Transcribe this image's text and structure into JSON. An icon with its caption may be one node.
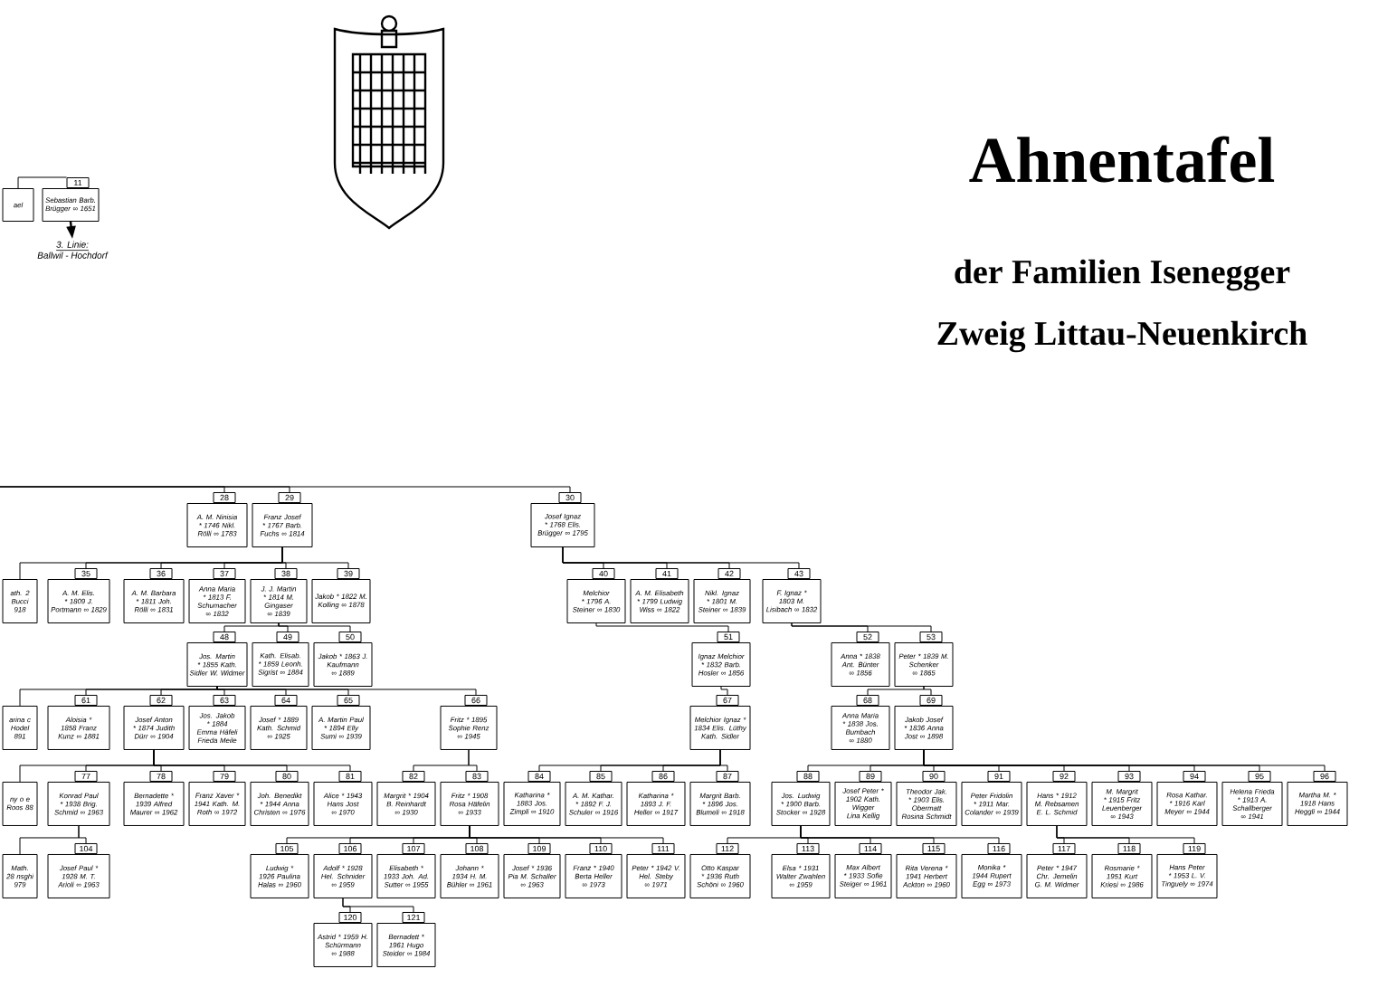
{
  "diagram": {
    "title": "Ahnentafel",
    "nodes": [
      {
        "text": [
          "ael"
        ]
      },
      {
        "text": [
          "11",
          "Sebastian Barb. Brügger ∞ 1651"
        ]
      },
      {
        "text": [
          "3. Linie:",
          "Ballwil - Hochdorf"
        ]
      },
      {
        "text": [
          "28",
          "A. M. Ninisia * 1746 Nikl. Rölli ∞ 1783"
        ]
      },
      {
        "text": [
          "29",
          "Franz Josef * 1767 Barb. Fuchs ∞ 1814"
        ]
      },
      {
        "text": [
          "30",
          "Josef Ignaz * 1768 Elis. Brügger ∞ 1795"
        ]
      },
      {
        "text": [
          "ath. 2 Bucci 918"
        ]
      },
      {
        "text": [
          "35",
          "A. M. Elis. * 1809 J. Portmann ∞ 1829"
        ]
      },
      {
        "text": [
          "36",
          "A. M. Barbara * 1811 Joh. Rölli ∞ 1831"
        ]
      },
      {
        "text": [
          "37",
          "Anna Maria * 1813 F. Schumacher ∞ 1832"
        ]
      },
      {
        "text": [
          "38",
          "J. J. Martin * 1814 M. Gingaser ∞ 1839"
        ]
      },
      {
        "text": [
          "39",
          "Jakob * 1822 M. Kolling ∞ 1878"
        ]
      },
      {
        "text": [
          "40",
          "Melchior * 1796 A. Steiner ∞ 1830"
        ]
      },
      {
        "text": [
          "41",
          "A. M. Elisabeth * 1799 Ludwig Wiss ∞ 1822"
        ]
      },
      {
        "text": [
          "42",
          "Nikl. Ignaz * 1801 M. Steiner ∞ 1839"
        ]
      },
      {
        "text": [
          "43",
          "F. Ignaz * 1803 M. Lisibach ∞ 1832"
        ]
      },
      {
        "text": [
          "48",
          "Jos. Martin * 1855 Kath. Sidler W. Widmer"
        ]
      },
      {
        "text": [
          "49",
          "Kath. Elisab. * 1859 Leonh. Sigrist ∞ 1884"
        ]
      },
      {
        "text": [
          "50",
          "Jakob * 1863 J. Kaufmann ∞ 1889"
        ]
      },
      {
        "text": [
          "51",
          "Ignaz Melchior * 1832 Barb. Hosler ∞ 1856"
        ]
      },
      {
        "text": [
          "52",
          "Anna * 1838 Ant. Bünter ∞ 1856"
        ]
      },
      {
        "text": [
          "53",
          "Peter * 1839 M. Schenker ∞ 1865"
        ]
      },
      {
        "text": [
          "arina c Hodel 891"
        ]
      },
      {
        "text": [
          "61",
          "Aloisia * 1858 Franz Kunz ∞ 1881"
        ]
      },
      {
        "text": [
          "62",
          "Josef Anton * 1874 Judith Dürr ∞ 1904"
        ]
      },
      {
        "text": [
          "63",
          "Jos. Jakob * 1884 Emma Häfeli Frieda Meile"
        ]
      },
      {
        "text": [
          "64",
          "Josef * 1889 Kath. Schmid ∞ 1925"
        ]
      },
      {
        "text": [
          "65",
          "A. Martin Paul * 1894 Elly Sumi ∞ 1939"
        ]
      },
      {
        "text": [
          "66",
          "Fritz * 1895 Sophie Renz ∞ 1945"
        ]
      },
      {
        "text": [
          "67",
          "Melchior Ignaz * 1834 Elis. Lüthy Kath. Sidler"
        ]
      },
      {
        "text": [
          "68",
          "Anna Maria * 1838 Jos. Bumbach ∞ 1880"
        ]
      },
      {
        "text": [
          "69",
          "Jakob Josef * 1836 Anna Jost ∞ 1898"
        ]
      },
      {
        "text": [
          "ny o e Roos 88"
        ]
      },
      {
        "text": [
          "77",
          "Konrad Paul * 1938 Brig. Schmid ∞ 1963"
        ]
      },
      {
        "text": [
          "78",
          "Bernadette * 1939 Alfred Maurer ∞ 1962"
        ]
      },
      {
        "text": [
          "79",
          "Franz Xaver * 1941 Kath. M. Roth ∞ 1972"
        ]
      },
      {
        "text": [
          "80",
          "Joh. Benedikt * 1944 Anna Christen ∞ 1976"
        ]
      },
      {
        "text": [
          "81",
          "Alice * 1943 Hans Jost ∞ 1970"
        ]
      },
      {
        "text": [
          "82",
          "Margrit * 1904 B. Reinhardt ∞ 1930"
        ]
      },
      {
        "text": [
          "83",
          "Fritz * 1908 Rosa Häfelin ∞ 1933"
        ]
      },
      {
        "text": [
          "84",
          "Katharina * 1883 Jos. Zimpli ∞ 1910"
        ]
      },
      {
        "text": [
          "85",
          "A. M. Kathar. * 1892 F. J. Schuler ∞ 1916"
        ]
      },
      {
        "text": [
          "86",
          "Katharina * 1893 J. F. Heller ∞ 1917"
        ]
      },
      {
        "text": [
          "87",
          "Margrit Barb. * 1896 Jos. Blumeli ∞ 1918"
        ]
      },
      {
        "text": [
          "88",
          "Jos. Ludwig * 1900 Barb. Stocker ∞ 1928"
        ]
      },
      {
        "text": [
          "89",
          "Josef Peter * 1902 Kath. Wigger Lina Kellig"
        ]
      },
      {
        "text": [
          "90",
          "Theodor Jak. * 1903 Elis. Obermatt Rosina Schmidt"
        ]
      },
      {
        "text": [
          "91",
          "Peter Fridolin * 1911 Mar. Colander ∞ 1939"
        ]
      },
      {
        "text": [
          "92",
          "Hans * 1912 M. Rebsamen E. L. Schmid"
        ]
      },
      {
        "text": [
          "93",
          "M. Margrit * 1915 Fritz Leuenberger ∞ 1943"
        ]
      },
      {
        "text": [
          "94",
          "Rosa Kathar. * 1916 Karl Meyer ∞ 1944"
        ]
      },
      {
        "text": [
          "95",
          "Helena Frieda * 1913 A. Schallberger ∞ 1941"
        ]
      },
      {
        "text": [
          "96",
          "Martha M. * 1918 Hans Heggli ∞ 1944"
        ]
      },
      {
        "text": [
          "Math. 28 nsghi 979"
        ]
      },
      {
        "text": [
          "104",
          "Josef Paul * 1928 M. T. Arioli ∞ 1963"
        ]
      },
      {
        "text": [
          "105",
          "Ludwig * 1926 Paulina Halas ∞ 1960"
        ]
      },
      {
        "text": [
          "106",
          "Adolf * 1928 Hel. Schnider ∞ 1959"
        ]
      },
      {
        "text": [
          "107",
          "Elisabeth * 1933 Joh. Ad. Sutter ∞ 1955"
        ]
      },
      {
        "text": [
          "108",
          "Johann * 1934 H. M. Bühler ∞ 1961"
        ]
      },
      {
        "text": [
          "109",
          "Josef * 1936 Pia M. Schaller ∞ 1963"
        ]
      },
      {
        "text": [
          "110",
          "Franz * 1940 Berta Heller ∞ 1973"
        ]
      },
      {
        "text": [
          "111",
          "Peter * 1942 V. Hel. Steby ∞ 1971"
        ]
      },
      {
        "text": [
          "112",
          "Otto Kaspar * 1936 Ruth Schöni ∞ 1960"
        ]
      },
      {
        "text": [
          "113",
          "Elsa * 1931 Walter Zwahlen ∞ 1959"
        ]
      },
      {
        "text": [
          "114",
          "Max Albert * 1933 Sofie Steiger ∞ 1961"
        ]
      },
      {
        "text": [
          "115",
          "Rita Verena * 1941 Herbert Ackton ∞ 1960"
        ]
      },
      {
        "text": [
          "116",
          "Monika * 1944 Rupert Egg ∞ 1973"
        ]
      },
      {
        "text": [
          "117",
          "Peter * 1947 Chr. Jemelin G. M. Widmer"
        ]
      },
      {
        "text": [
          "118",
          "Rosmarie * 1951 Kurt Kriesi ∞ 1986"
        ]
      },
      {
        "text": [
          "119",
          "Hans Peter * 1953 L. V. Tinguely ∞ 1974"
        ]
      },
      {
        "text": [
          "120",
          "Astrid * 1959 H. Schürmann ∞ 1988"
        ]
      },
      {
        "text": [
          "121",
          "Bernadett * 1961 Hugo Steider ∞ 1984"
        ]
      }
    ],
    "edges": [
      {
        "from": 0,
        "to": 1,
        "arrow": "none"
      },
      {
        "from": 1,
        "to": 2,
        "arrow": "to"
      },
      {
        "from": null,
        "to": 3,
        "arrow": "none"
      },
      {
        "from": null,
        "to": 4,
        "arrow": "none"
      },
      {
        "from": null,
        "to": 5,
        "arrow": "none"
      },
      {
        "from": 4,
        "to": 6,
        "arrow": "none"
      },
      {
        "from": 4,
        "to": 7,
        "arrow": "none"
      },
      {
        "from": 4,
        "to": 8,
        "arrow": "none"
      },
      {
        "from": 4,
        "to": 9,
        "arrow": "none"
      },
      {
        "from": 4,
        "to": 10,
        "arrow": "none"
      },
      {
        "from": 4,
        "to": 11,
        "arrow": "none"
      },
      {
        "from": 5,
        "to": 12,
        "arrow": "none"
      },
      {
        "from": 5,
        "to": 13,
        "arrow": "none"
      },
      {
        "from": 5,
        "to": 14,
        "arrow": "none"
      },
      {
        "from": 5,
        "to": 15,
        "arrow": "none"
      },
      {
        "from": 10,
        "to": 16,
        "arrow": "none"
      },
      {
        "from": 10,
        "to": 17,
        "arrow": "none"
      },
      {
        "from": 10,
        "to": 18,
        "arrow": "none"
      },
      {
        "from": 12,
        "to": 19,
        "arrow": "none"
      },
      {
        "from": 15,
        "to": 20,
        "arrow": "none"
      },
      {
        "from": 15,
        "to": 21,
        "arrow": "none"
      },
      {
        "from": 16,
        "to": 22,
        "arrow": "none"
      },
      {
        "from": 16,
        "to": 23,
        "arrow": "none"
      },
      {
        "from": 16,
        "to": 24,
        "arrow": "none"
      },
      {
        "from": 16,
        "to": 25,
        "arrow": "none"
      },
      {
        "from": 16,
        "to": 26,
        "arrow": "none"
      },
      {
        "from": 16,
        "to": 27,
        "arrow": "none"
      },
      {
        "from": 16,
        "to": 28,
        "arrow": "none"
      },
      {
        "from": 19,
        "to": 29,
        "arrow": "none"
      },
      {
        "from": 21,
        "to": 30,
        "arrow": "none"
      },
      {
        "from": 21,
        "to": 31,
        "arrow": "none"
      },
      {
        "from": 24,
        "to": 32,
        "arrow": "none"
      },
      {
        "from": 24,
        "to": 33,
        "arrow": "none"
      },
      {
        "from": 24,
        "to": 34,
        "arrow": "none"
      },
      {
        "from": 24,
        "to": 35,
        "arrow": "none"
      },
      {
        "from": 24,
        "to": 36,
        "arrow": "none"
      },
      {
        "from": 24,
        "to": 37,
        "arrow": "none"
      },
      {
        "from": 28,
        "to": 38,
        "arrow": "none"
      },
      {
        "from": 28,
        "to": 39,
        "arrow": "none"
      },
      {
        "from": 29,
        "to": 40,
        "arrow": "none"
      },
      {
        "from": 29,
        "to": 41,
        "arrow": "none"
      },
      {
        "from": 29,
        "to": 42,
        "arrow": "none"
      },
      {
        "from": 29,
        "to": 43,
        "arrow": "none"
      },
      {
        "from": 31,
        "to": 44,
        "arrow": "none"
      },
      {
        "from": 31,
        "to": 45,
        "arrow": "none"
      },
      {
        "from": 31,
        "to": 46,
        "arrow": "none"
      },
      {
        "from": 31,
        "to": 47,
        "arrow": "none"
      },
      {
        "from": 31,
        "to": 48,
        "arrow": "none"
      },
      {
        "from": 31,
        "to": 49,
        "arrow": "none"
      },
      {
        "from": 31,
        "to": 50,
        "arrow": "none"
      },
      {
        "from": 31,
        "to": 51,
        "arrow": "none"
      },
      {
        "from": 31,
        "to": 52,
        "arrow": "none"
      },
      {
        "from": 33,
        "to": 53,
        "arrow": "none"
      },
      {
        "from": 33,
        "to": 54,
        "arrow": "none"
      },
      {
        "from": 39,
        "to": 55,
        "arrow": "none"
      },
      {
        "from": 39,
        "to": 56,
        "arrow": "none"
      },
      {
        "from": 39,
        "to": 57,
        "arrow": "none"
      },
      {
        "from": 39,
        "to": 58,
        "arrow": "none"
      },
      {
        "from": 39,
        "to": 59,
        "arrow": "none"
      },
      {
        "from": 39,
        "to": 60,
        "arrow": "none"
      },
      {
        "from": 39,
        "to": 61,
        "arrow": "none"
      },
      {
        "from": 44,
        "to": 62,
        "arrow": "none"
      },
      {
        "from": 44,
        "to": 63,
        "arrow": "none"
      },
      {
        "from": 44,
        "to": 64,
        "arrow": "none"
      },
      {
        "from": 44,
        "to": 65,
        "arrow": "none"
      },
      {
        "from": 44,
        "to": 66,
        "arrow": "none"
      },
      {
        "from": 48,
        "to": 67,
        "arrow": "none"
      },
      {
        "from": 48,
        "to": 68,
        "arrow": "none"
      },
      {
        "from": 48,
        "to": 69,
        "arrow": "none"
      },
      {
        "from": 56,
        "to": 70,
        "arrow": "none"
      },
      {
        "from": 56,
        "to": 71,
        "arrow": "none"
      }
    ],
    "labels": [
      "der Familien Isenegger",
      "Zweig Littau-Neuenkirch"
    ]
  }
}
